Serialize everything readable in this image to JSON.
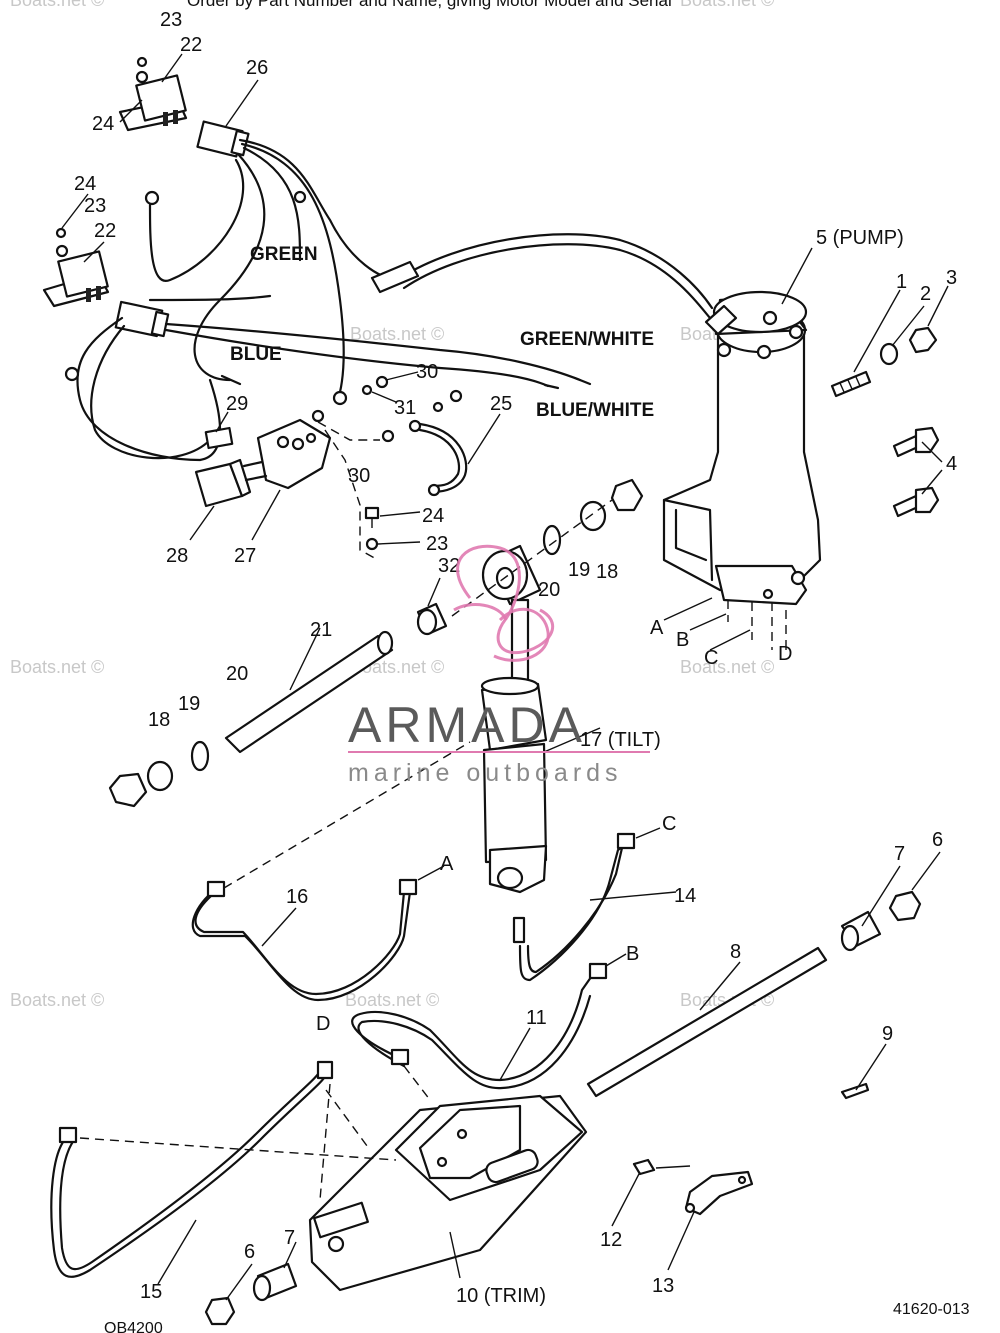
{
  "header": {
    "text": "Order by Part Number and Name, giving Motor Model and Serial"
  },
  "watermark": {
    "text": "Boats.net ©"
  },
  "brand": {
    "name": "ARMADA",
    "tagline": "marine outboards",
    "accent_color": "#e07ab0",
    "text_color": "#5a5a5a"
  },
  "callouts": {
    "c1": "1",
    "c2": "2",
    "c3": "3",
    "c4": "4",
    "c5": "5 (PUMP)",
    "c6a": "6",
    "c6b": "6",
    "c7a": "7",
    "c7b": "7",
    "c8": "8",
    "c9": "9",
    "c10": "10 (TRIM)",
    "c11": "11",
    "c12": "12",
    "c13": "13",
    "c14": "14",
    "c15": "15",
    "c16": "16",
    "c17": "17 (TILT)",
    "c18a": "18",
    "c18b": "18",
    "c19a": "19",
    "c19b": "19",
    "c20a": "20",
    "c20b": "20",
    "c21": "21",
    "c22a": "22",
    "c22b": "22",
    "c23a": "23",
    "c23b": "23",
    "c23c": "23",
    "c24a": "24",
    "c24b": "24",
    "c24c": "24",
    "c25": "25",
    "c26": "26",
    "c27": "27",
    "c28": "28",
    "c29": "29",
    "c30a": "30",
    "c30b": "30",
    "c31": "31",
    "c32": "32"
  },
  "wire_labels": {
    "green": "GREEN",
    "blue": "BLUE",
    "green_white": "GREEN/WHITE",
    "blue_white": "BLUE/WHITE"
  },
  "port_labels": {
    "a1": "A",
    "b1": "B",
    "c1": "C",
    "d1": "D",
    "a2": "A",
    "b2": "B",
    "c2": "C",
    "d2": "D"
  },
  "footer": {
    "left_code": "OB4200",
    "right_code": "41620-013"
  }
}
